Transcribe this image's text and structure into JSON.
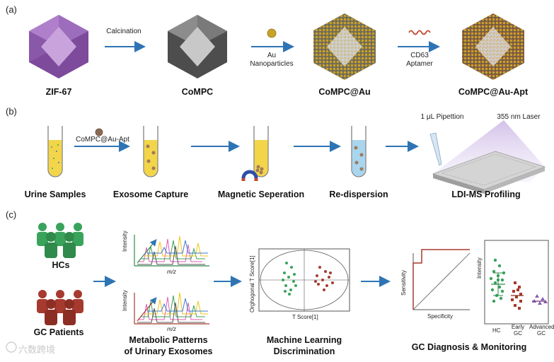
{
  "panels": {
    "a": "(a)",
    "b": "(b)",
    "c": "(c)"
  },
  "panel_a": {
    "materials": [
      "ZIF-67",
      "CoMPC",
      "CoMPC@Au",
      "CoMPC@Au-Apt"
    ],
    "steps": {
      "calcination": "Calcination",
      "au_line1": "Au",
      "au_line2": "Nanoparticles",
      "apt_line1": "CD63",
      "apt_line2": "Aptamer"
    }
  },
  "panel_b": {
    "stages": [
      "Urine Samples",
      "Exosome Capture",
      "Magnetic Seperation",
      "Re-dispersion",
      "LDI-MS Profiling"
    ],
    "probe": "CoMPC@Au-Apt",
    "pipette": "1 μL Pipettion",
    "laser": "355 nm Laser"
  },
  "panel_c": {
    "groups": [
      "HCs",
      "GC Patients"
    ],
    "spectra": {
      "ylabel": "Intensity",
      "xlabel": "m/z"
    },
    "patterns_title": [
      "Metabolic Patterns",
      "of Urinary Exosomes"
    ],
    "pca": {
      "xlabel": "T Score[1]",
      "ylabel": "Orghogonal T Score[1]"
    },
    "ml_title": [
      "Machine Learning",
      "Discrimination"
    ],
    "roc": {
      "xlabel": "Specificity",
      "ylabel": "Sensitivity"
    },
    "scatter": {
      "ylabel": "Intensity",
      "groups": [
        "HC",
        "Early GC",
        "Advanced GC"
      ]
    },
    "diag_title": "GC Diagnosis & Monitoring"
  },
  "watermark": "六数跨境",
  "colors": {
    "arrow": "#2e74b5",
    "purple": "#8e5cab",
    "gray": "#6d6d6d",
    "green": "#3aa35b",
    "red": "#a63a2e",
    "yellow": "#f3d54a",
    "blue": "#a9d5ee",
    "gold": "#c9a227"
  }
}
